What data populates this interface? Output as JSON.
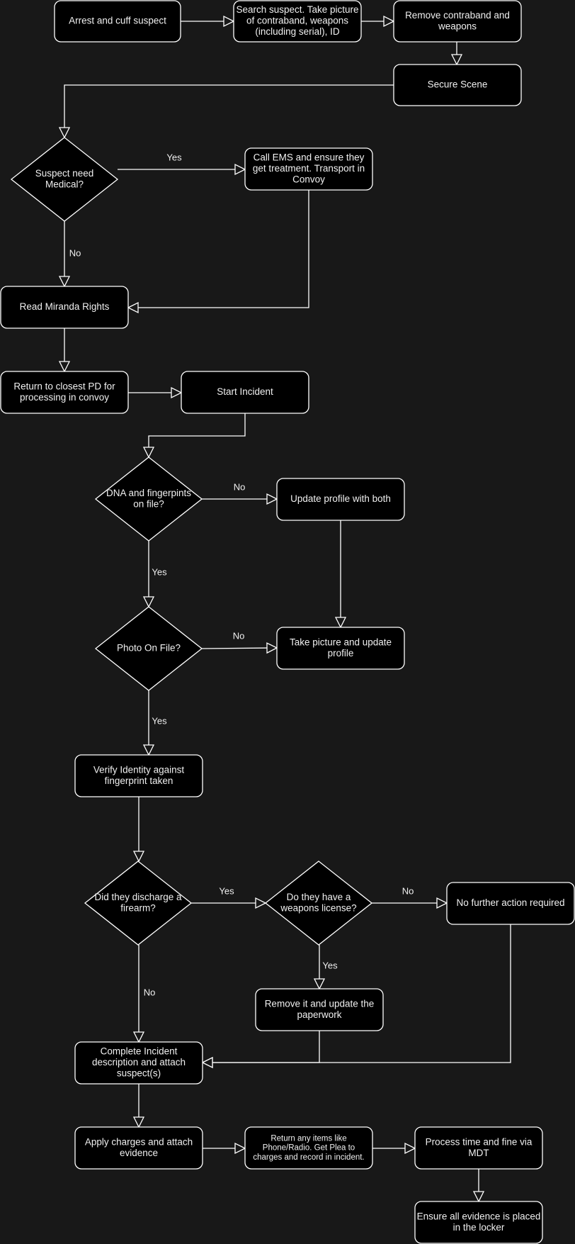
{
  "diagram": {
    "nodes": [
      {
        "id": "arrest",
        "shape": "rect",
        "lines": [
          "Arrest and cuff suspect"
        ]
      },
      {
        "id": "search",
        "shape": "rect",
        "lines": [
          "Search suspect. Take picture",
          "of contraband, weapons",
          "(including serial), ID"
        ]
      },
      {
        "id": "remove",
        "shape": "rect",
        "lines": [
          "Remove contraband and",
          "weapons"
        ]
      },
      {
        "id": "secure",
        "shape": "rect",
        "lines": [
          "Secure Scene"
        ]
      },
      {
        "id": "medical",
        "shape": "diamond",
        "lines": [
          "Suspect need",
          "Medical?"
        ]
      },
      {
        "id": "ems",
        "shape": "rect",
        "lines": [
          "Call EMS and ensure they",
          "get treatment. Transport in",
          "Convoy"
        ]
      },
      {
        "id": "miranda",
        "shape": "rect",
        "lines": [
          "Read Miranda Rights"
        ]
      },
      {
        "id": "returnpd",
        "shape": "rect",
        "lines": [
          "Return to closest PD for",
          "processing in convoy"
        ]
      },
      {
        "id": "start",
        "shape": "rect",
        "lines": [
          "Start Incident"
        ]
      },
      {
        "id": "dna",
        "shape": "diamond",
        "lines": [
          "DNA and fingerpints",
          "on file?"
        ]
      },
      {
        "id": "updateboth",
        "shape": "rect",
        "lines": [
          "Update profile with both"
        ]
      },
      {
        "id": "photo",
        "shape": "diamond",
        "lines": [
          "Photo On File?"
        ]
      },
      {
        "id": "takepic",
        "shape": "rect",
        "lines": [
          "Take picture and update",
          "profile"
        ]
      },
      {
        "id": "verify",
        "shape": "rect",
        "lines": [
          "Verify Identity against",
          "fingerprint taken"
        ]
      },
      {
        "id": "discharge",
        "shape": "diamond",
        "lines": [
          "Did they discharge a",
          "firearm?"
        ]
      },
      {
        "id": "license",
        "shape": "diamond",
        "lines": [
          "Do they have a",
          "weapons license?"
        ]
      },
      {
        "id": "nofurther",
        "shape": "rect",
        "lines": [
          "No further action required"
        ]
      },
      {
        "id": "removeupdate",
        "shape": "rect",
        "lines": [
          "Remove it and update the",
          "paperwork"
        ]
      },
      {
        "id": "complete",
        "shape": "rect",
        "lines": [
          "Complete Incident",
          "description and attach",
          "suspect(s)"
        ]
      },
      {
        "id": "charges",
        "shape": "rect",
        "lines": [
          "Apply charges and attach",
          "evidence"
        ]
      },
      {
        "id": "returnitems",
        "shape": "rect",
        "lines": [
          "Return any items like",
          "Phone/Radio. Get Plea to",
          "charges and record in incident."
        ]
      },
      {
        "id": "process",
        "shape": "rect",
        "lines": [
          "Process time and fine via",
          "MDT"
        ]
      },
      {
        "id": "evidence",
        "shape": "rect",
        "lines": [
          "Ensure all evidence is placed",
          "in the locker"
        ]
      }
    ],
    "edges": [
      {
        "from": "arrest",
        "to": "search",
        "label": ""
      },
      {
        "from": "search",
        "to": "remove",
        "label": ""
      },
      {
        "from": "remove",
        "to": "secure",
        "label": ""
      },
      {
        "from": "secure",
        "to": "medical",
        "label": ""
      },
      {
        "from": "medical",
        "to": "ems",
        "label": "Yes"
      },
      {
        "from": "medical",
        "to": "miranda",
        "label": "No"
      },
      {
        "from": "ems",
        "to": "miranda",
        "label": ""
      },
      {
        "from": "miranda",
        "to": "returnpd",
        "label": ""
      },
      {
        "from": "returnpd",
        "to": "start",
        "label": ""
      },
      {
        "from": "start",
        "to": "dna",
        "label": ""
      },
      {
        "from": "dna",
        "to": "updateboth",
        "label": "No"
      },
      {
        "from": "dna",
        "to": "photo",
        "label": "Yes"
      },
      {
        "from": "updateboth",
        "to": "takepic",
        "label": ""
      },
      {
        "from": "photo",
        "to": "takepic",
        "label": "No"
      },
      {
        "from": "photo",
        "to": "verify",
        "label": "Yes"
      },
      {
        "from": "verify",
        "to": "discharge",
        "label": ""
      },
      {
        "from": "discharge",
        "to": "license",
        "label": "Yes"
      },
      {
        "from": "discharge",
        "to": "complete",
        "label": "No"
      },
      {
        "from": "license",
        "to": "nofurther",
        "label": "No"
      },
      {
        "from": "license",
        "to": "removeupdate",
        "label": "Yes"
      },
      {
        "from": "removeupdate",
        "to": "complete",
        "label": ""
      },
      {
        "from": "nofurther",
        "to": "complete",
        "label": ""
      },
      {
        "from": "complete",
        "to": "charges",
        "label": ""
      },
      {
        "from": "charges",
        "to": "returnitems",
        "label": ""
      },
      {
        "from": "returnitems",
        "to": "process",
        "label": ""
      },
      {
        "from": "process",
        "to": "evidence",
        "label": ""
      }
    ]
  },
  "colors": {
    "background": "#181818",
    "node_fill": "#000000",
    "stroke": "#ffffff",
    "text": "#f0f0f0"
  }
}
